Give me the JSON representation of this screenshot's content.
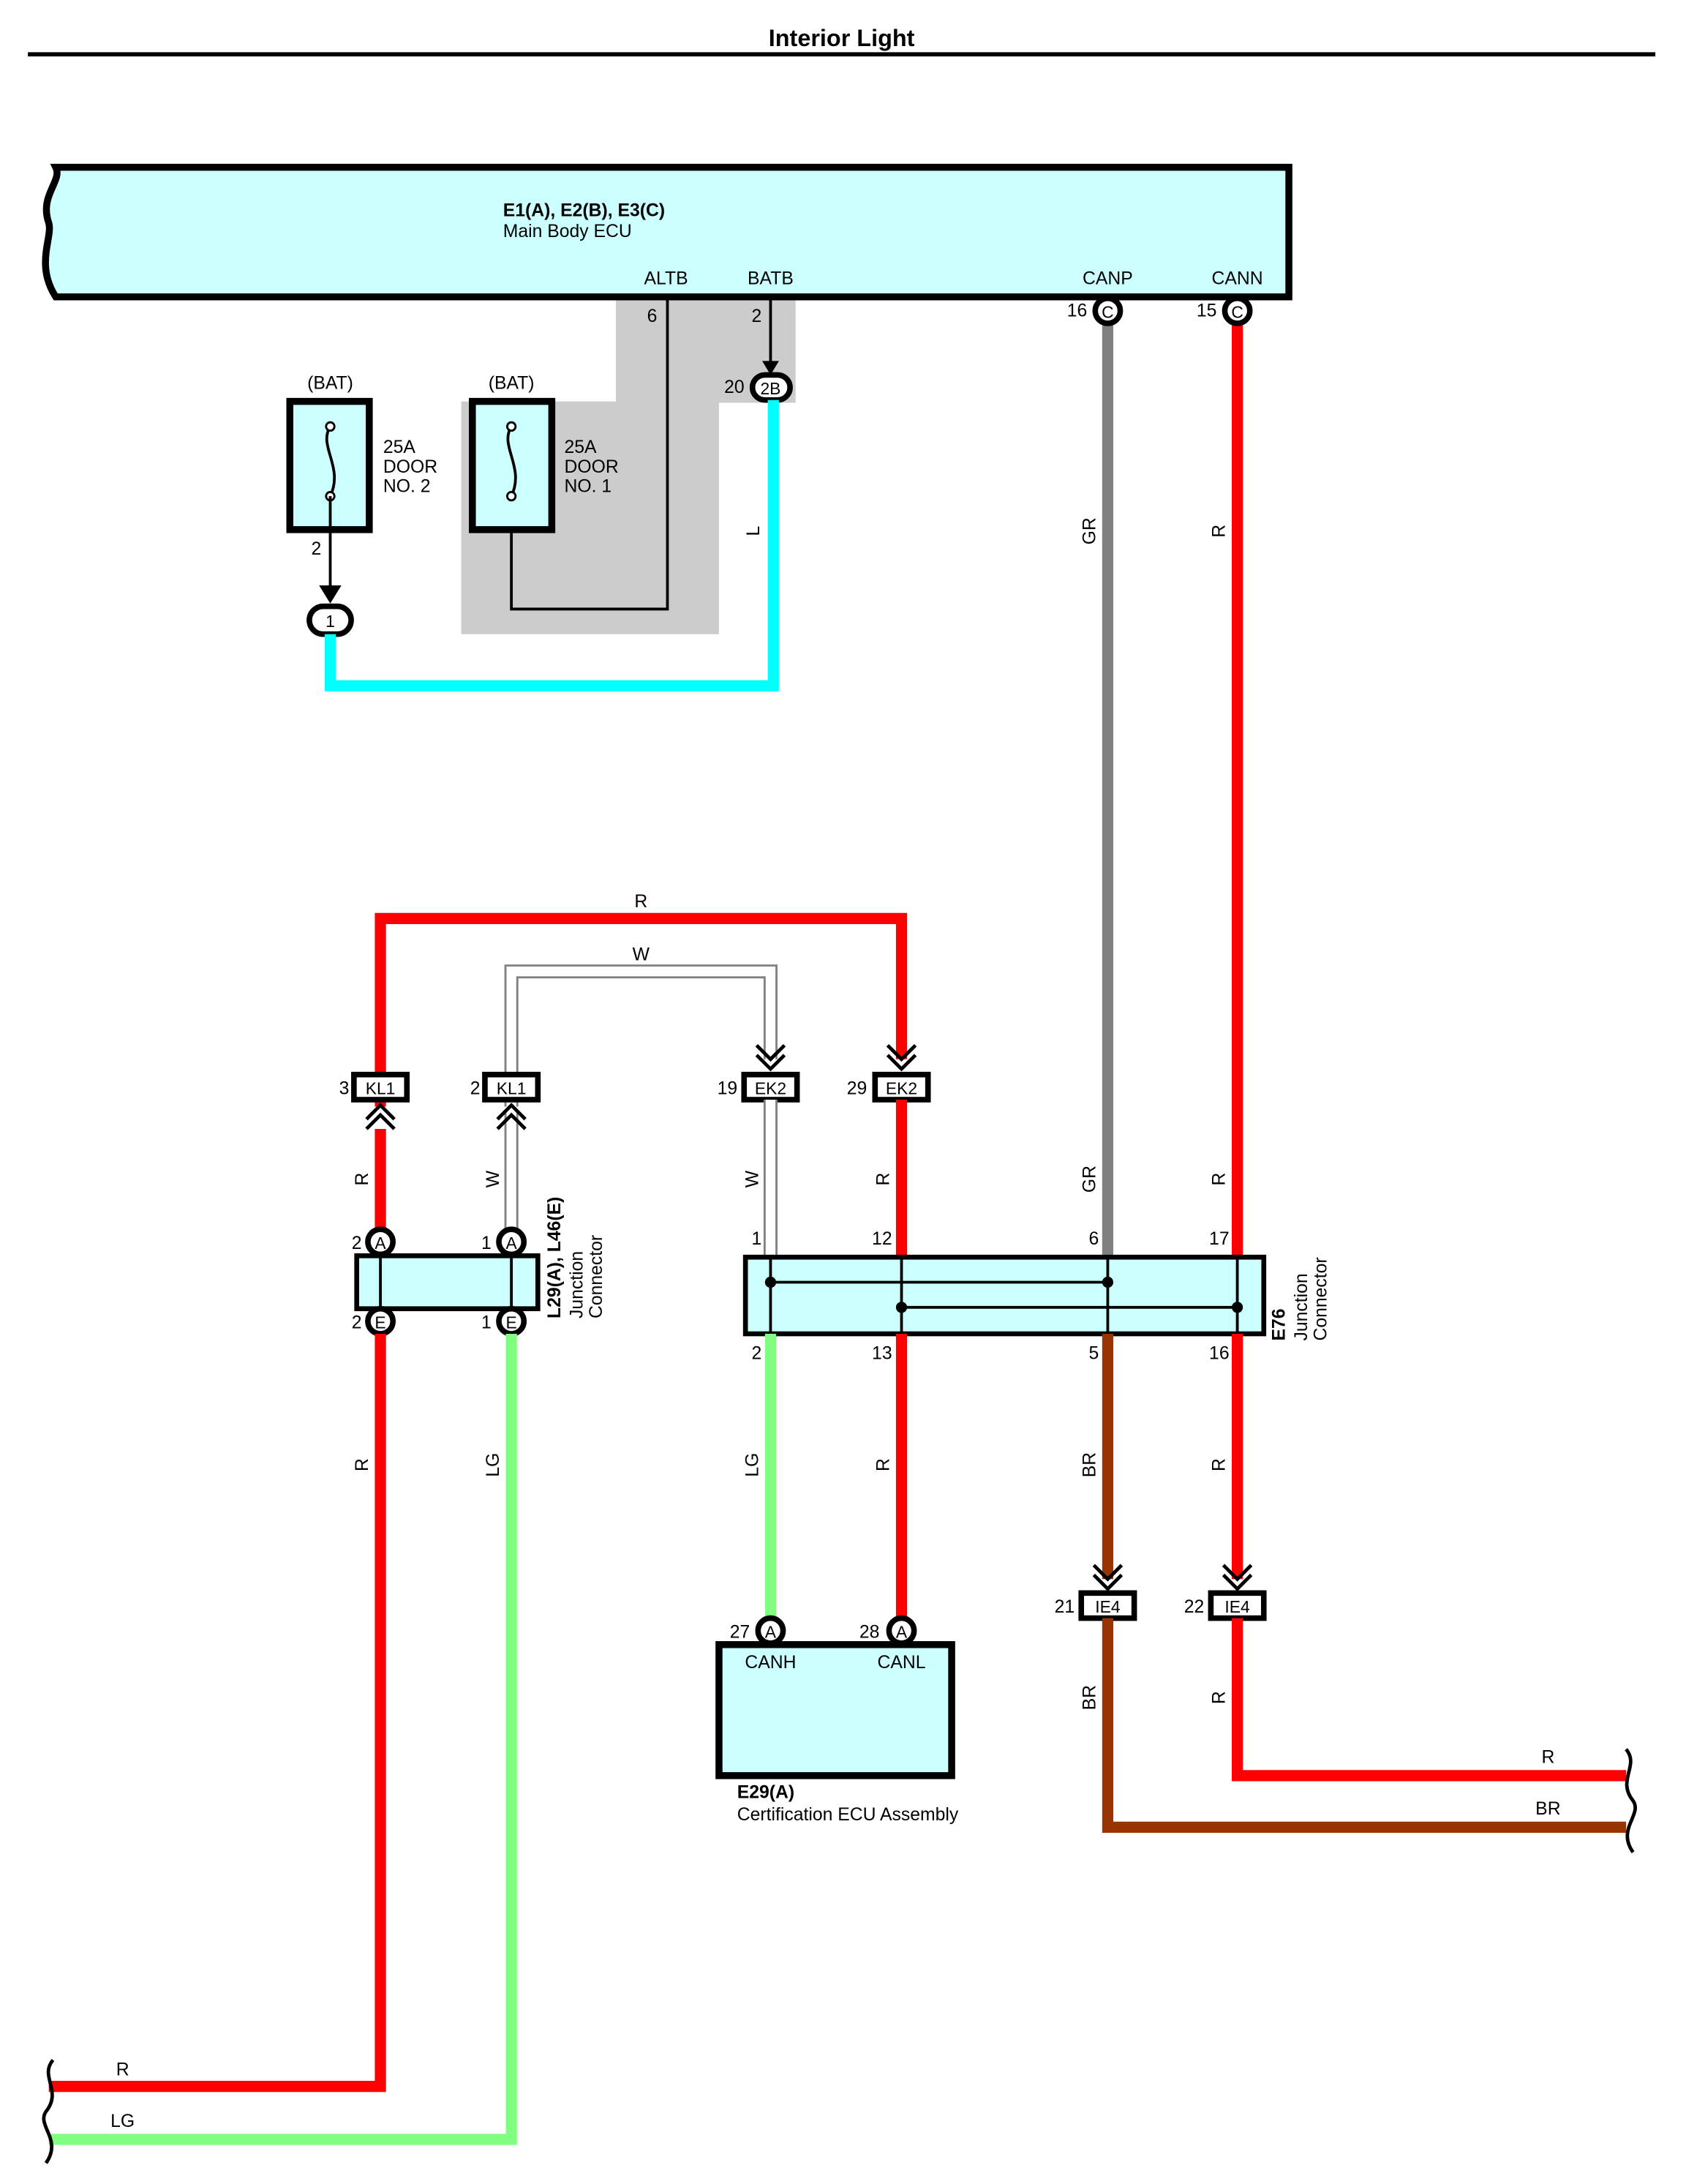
{
  "page": {
    "title": "Interior Light"
  },
  "colors": {
    "R": "#ff0000",
    "L": "#00ffff",
    "GR": "#808080",
    "W": "#ffffff",
    "LG": "#80ff80",
    "BR": "#993300",
    "ecu_fill": "#ccffff",
    "shade": "#cccccc"
  },
  "main_body_ecu": {
    "ids": "E1(A), E2(B), E3(C)",
    "name": "Main Body ECU",
    "terminals": {
      "altb": {
        "label": "ALTB",
        "pin": "6"
      },
      "batb": {
        "label": "BATB",
        "pin": "2"
      },
      "canp": {
        "label": "CANP",
        "pin": "16",
        "conn": "C"
      },
      "cann": {
        "label": "CANN",
        "pin": "15",
        "conn": "C"
      }
    }
  },
  "batb_junction": {
    "pin": "20",
    "conn": "2B"
  },
  "fuses": [
    {
      "source": "(BAT)",
      "amp": "25A",
      "name1": "DOOR",
      "name2": "NO. 2",
      "pin": "2",
      "conn": "1"
    },
    {
      "source": "(BAT)",
      "amp": "25A",
      "name1": "DOOR",
      "name2": "NO. 1"
    }
  ],
  "wire_labels": {
    "l_blue": "L",
    "gr": "GR",
    "r": "R",
    "w": "W",
    "lg": "LG",
    "br": "BR"
  },
  "connectors": {
    "kl1_3": {
      "pin": "3",
      "name": "KL1"
    },
    "kl1_2": {
      "pin": "2",
      "name": "KL1"
    },
    "ek2_19": {
      "pin": "19",
      "name": "EK2"
    },
    "ek2_29": {
      "pin": "29",
      "name": "EK2"
    },
    "ie4_21": {
      "pin": "21",
      "name": "IE4"
    },
    "ie4_22": {
      "pin": "22",
      "name": "IE4"
    }
  },
  "jc_l29": {
    "id": "L29(A), L46(E)",
    "name1": "Junction",
    "name2": "Connector",
    "pins": {
      "a2": "2",
      "a1": "1",
      "e2": "2",
      "e1": "1",
      "conn_a": "A",
      "conn_e": "E"
    }
  },
  "jc_e76": {
    "id": "E76",
    "name1": "Junction",
    "name2": "Connector",
    "pins": {
      "p1": "1",
      "p12": "12",
      "p6": "6",
      "p17": "17",
      "p2": "2",
      "p13": "13",
      "p5": "5",
      "p16": "16"
    }
  },
  "cert_ecu": {
    "id": "E29(A)",
    "name": "Certification ECU Assembly",
    "canh": {
      "label": "CANH",
      "pin": "27",
      "conn": "A"
    },
    "canl": {
      "label": "CANL",
      "pin": "28",
      "conn": "A"
    }
  },
  "continuations": {
    "right_r": "R",
    "right_br": "BR",
    "left_r": "R",
    "left_lg": "LG"
  }
}
